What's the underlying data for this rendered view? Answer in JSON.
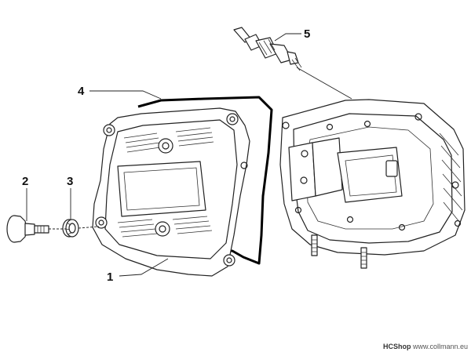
{
  "diagram": {
    "parts": [
      {
        "number": "1"
      },
      {
        "number": "2"
      },
      {
        "number": "3"
      },
      {
        "number": "4"
      },
      {
        "number": "5"
      }
    ]
  },
  "watermark": {
    "shop": "HCShop",
    "site": "www.collmann.eu"
  }
}
